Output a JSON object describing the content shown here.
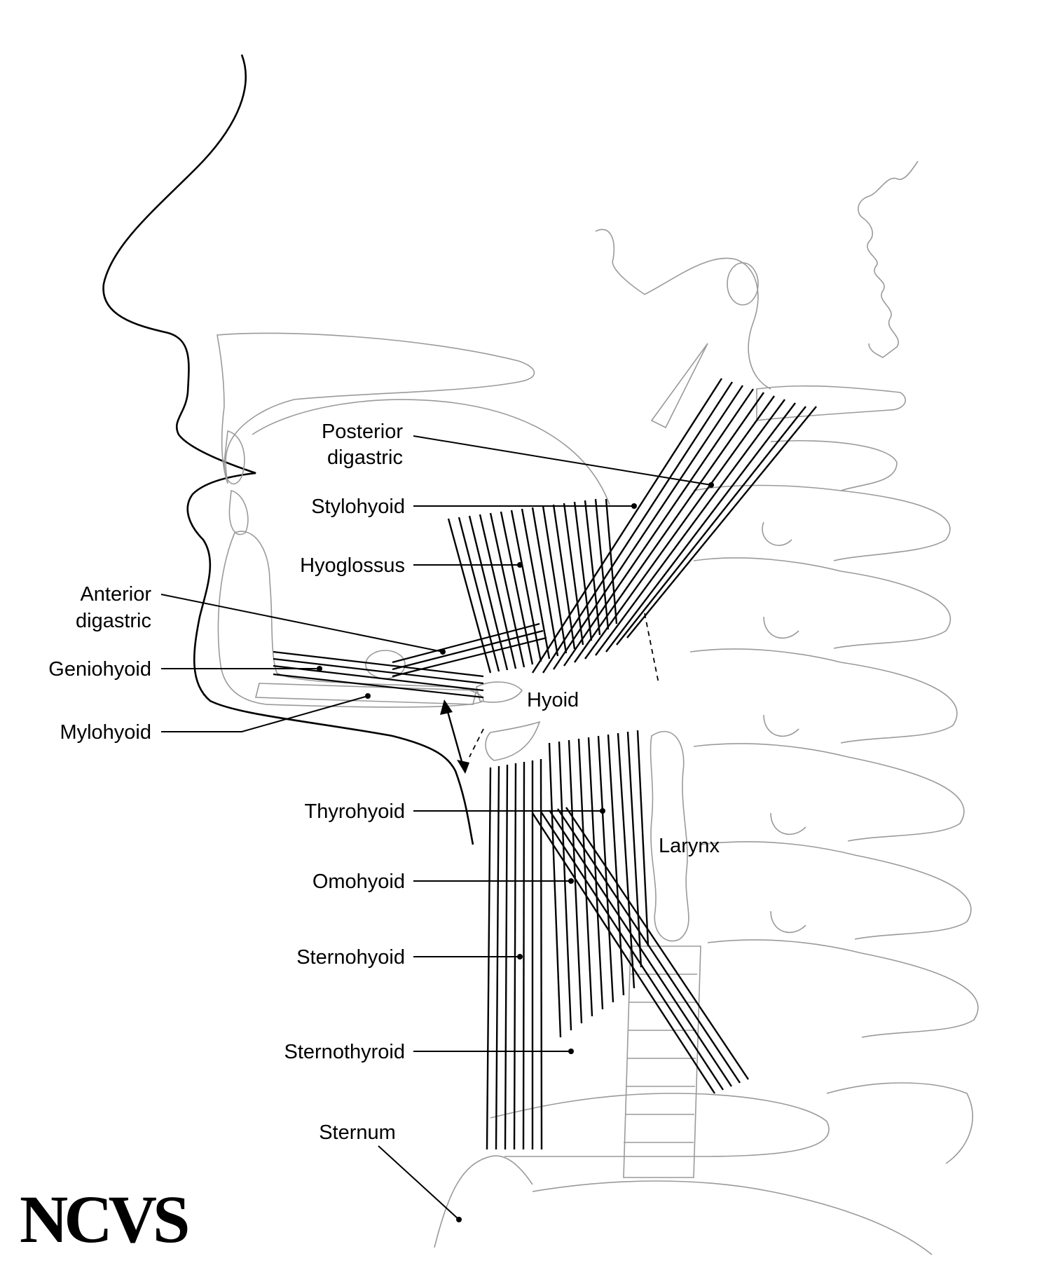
{
  "labels": {
    "posterior_digastric_line1": "Posterior",
    "posterior_digastric_line2": "digastric",
    "stylohyoid": "Stylohyoid",
    "hyoglossus": "Hyoglossus",
    "anterior_digastric_line1": "Anterior",
    "anterior_digastric_line2": "digastric",
    "geniohyoid": "Geniohyoid",
    "mylohyoid": "Mylohyoid",
    "hyoid": "Hyoid",
    "thyrohyoid": "Thyrohyoid",
    "larynx": "Larynx",
    "omohyoid": "Omohyoid",
    "sternohyoid": "Sternohyoid",
    "sternothyroid": "Sternothyroid",
    "sternum": "Sternum"
  },
  "logo": {
    "text": "NCVS"
  }
}
